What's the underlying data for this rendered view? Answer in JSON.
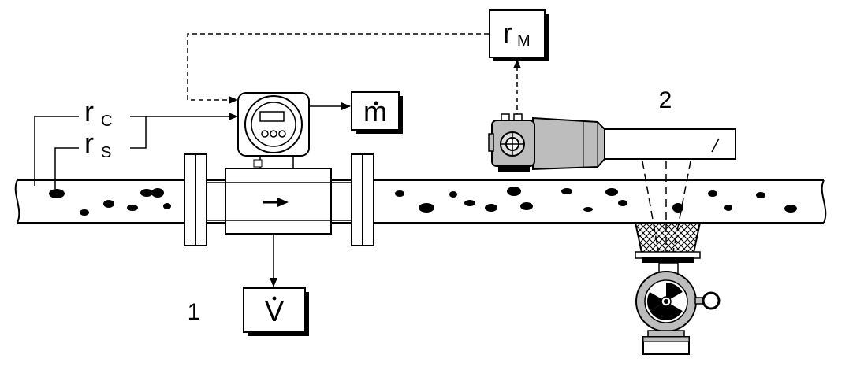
{
  "labels": {
    "r_c": {
      "main": "r",
      "sub": "C"
    },
    "r_s": {
      "main": "r",
      "sub": "S"
    },
    "r_m": {
      "main": "r",
      "sub": "M"
    },
    "m_dot": "m",
    "v_dot": "V",
    "meter_1": "1",
    "meter_2": "2"
  },
  "colors": {
    "line": "#000000",
    "shadow": "#000000",
    "box_fill": "#ffffff",
    "device_gray": "#bdbdbd",
    "particle": "#000000"
  },
  "icons": {
    "radiation": "radiation-trefoil-icon",
    "flow_arrow": "right-arrow-icon"
  }
}
